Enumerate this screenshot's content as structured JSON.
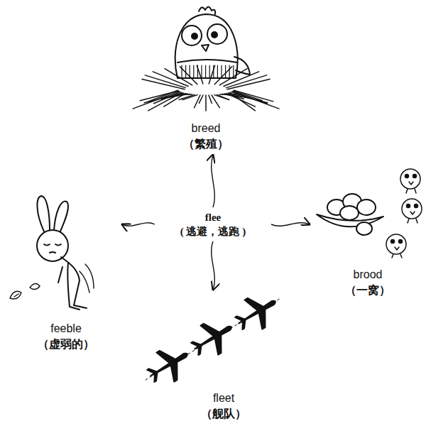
{
  "diagram": {
    "nodes": [
      {
        "text": [
          "breed",
          "（繁殖）"
        ]
      },
      {
        "text": [
          "feeble",
          "（虚弱的）"
        ]
      },
      {
        "text": [
          "flee",
          "( 逃避，逃跑 )"
        ]
      },
      {
        "text": [
          "brood",
          "（一窝）"
        ]
      },
      {
        "text": [
          "fleet",
          "（舰队）"
        ]
      }
    ],
    "edges": [
      {
        "from": 2,
        "to": 0,
        "arrow": "to"
      },
      {
        "from": 2,
        "to": 1,
        "arrow": "to"
      },
      {
        "from": 2,
        "to": 3,
        "arrow": "to"
      },
      {
        "from": 2,
        "to": 4,
        "arrow": "to"
      }
    ]
  }
}
